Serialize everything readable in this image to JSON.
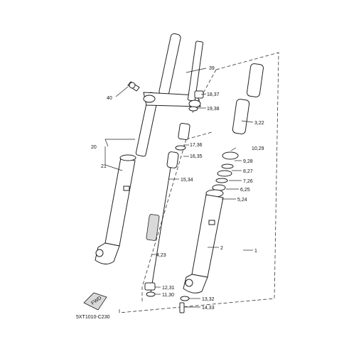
{
  "diagram_code": "5XT1010-C230",
  "fwd_label": "FWD",
  "callouts": [
    "1",
    "2",
    "3,22",
    "4,23",
    "5,24",
    "6,25",
    "7,26",
    "8,27",
    "9,28",
    "10,29",
    "11,30",
    "12,31",
    "13,32",
    "14,33",
    "15,34",
    "16,35",
    "17,36",
    "18,37",
    "19,38",
    "20",
    "21",
    "39",
    "40"
  ]
}
